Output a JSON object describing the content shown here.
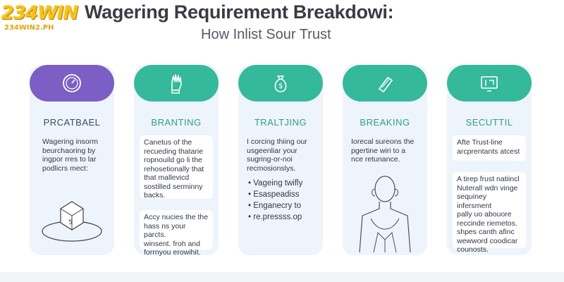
{
  "brand": {
    "logo_text": "234WIN",
    "logo_sub": "234WIN2.PH"
  },
  "header": {
    "title": "Wagering Requirement Breakdowi:",
    "subtitle": "How Inlist Sour Trust"
  },
  "panels": [
    {
      "heading": "PRCATBAEL",
      "icon": "clock-gauge-icon",
      "text1": [
        "Wagering insorm",
        "beurchaoring by",
        "ingpor rres to lar",
        "podlicrs mect:"
      ],
      "text2": [],
      "graphic": "cube-on-platform"
    },
    {
      "heading": "BRANTING",
      "icon": "glove-hand-icon",
      "text1": [
        "Canetus of the",
        "recueding thatarie",
        "ropnouild go li the",
        "rehosetionally that",
        "that mallevicd",
        "sostilled serminny",
        "backs."
      ],
      "text2": [
        "Accy nucies the the",
        "hass ns your parcts.",
        "winsent. froh and",
        "forrnyou erowihit."
      ]
    },
    {
      "heading": "TRALTJING",
      "icon": "money-bag-icon",
      "text1": [
        "I corcing thiing our",
        "usgeenliar your",
        "sugring-or-noi",
        "recmosionslys."
      ],
      "bullets": [
        "Vageing twifly",
        "Esaspeadiss",
        "Enganecry to",
        "re.pressss.op"
      ]
    },
    {
      "heading": "BREAKING",
      "icon": "paper-roll-icon",
      "text1": [
        "Iorecal sureons the",
        "pgertine wiri to a",
        "nce retunance."
      ],
      "graphic": "person-outline"
    },
    {
      "heading": "SECUTTIL",
      "icon": "screen-arrow-icon",
      "text1": [
        "Afte Trust-line",
        "arcprentants atcest"
      ],
      "text2": [
        "A tirep frust natiincl",
        "Nuterall wdn vinge",
        "sequiney infersment",
        "pally uo abouore",
        "reccinde riemetos.",
        "shpes canth afinc",
        "wewword coodicar",
        "counosts."
      ]
    }
  ],
  "colors": {
    "purple": "#7b5fc4",
    "teal": "#35b99b",
    "panel_bg": "#eef4fb"
  }
}
